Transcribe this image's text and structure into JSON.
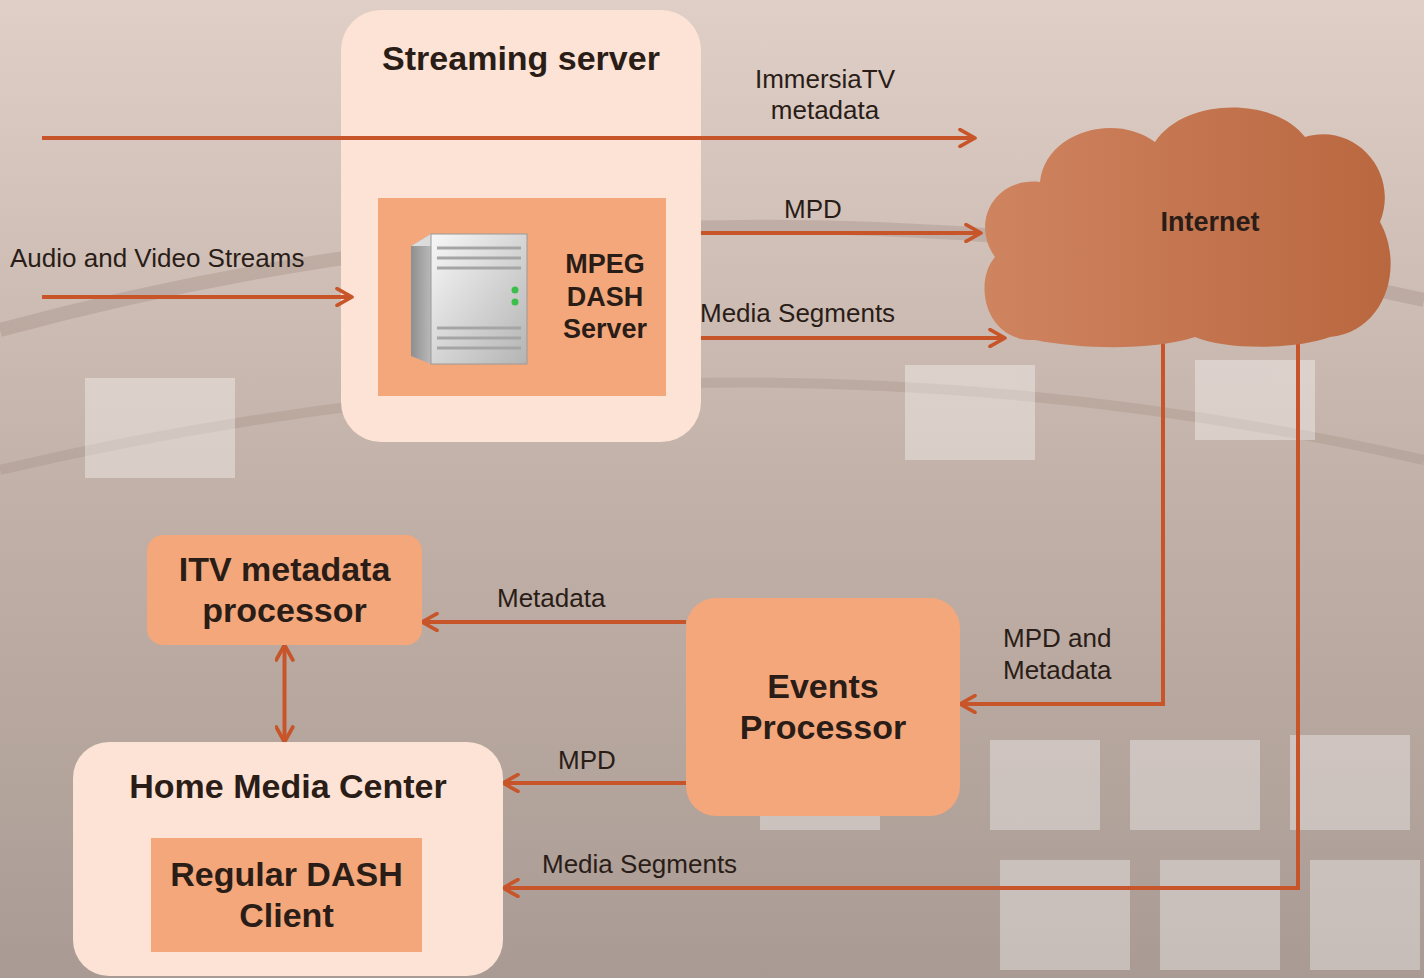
{
  "diagram": {
    "nodes": [
      {
        "text": [
          "Streaming server"
        ]
      },
      {
        "text": [
          "MPEG DASH Server"
        ],
        "in": 0
      },
      {
        "text": [
          "Internet"
        ]
      },
      {
        "text": [
          "ITV metadata processor"
        ]
      },
      {
        "text": [
          "Events Processor"
        ]
      },
      {
        "text": [
          "Home Media Center"
        ]
      },
      {
        "text": [
          "Regular DASH Client"
        ],
        "in": 5
      }
    ],
    "edges": [
      {
        "from": 1,
        "to": 2,
        "label": "MPD",
        "arrow": "to"
      },
      {
        "from": 1,
        "to": 2,
        "label": "Media Segments",
        "arrow": "to"
      },
      {
        "from": 2,
        "to": 4,
        "label": "MPD and Metadata",
        "arrow": "to"
      },
      {
        "from": 2,
        "to": 5,
        "label": "Media Segments",
        "arrow": "to"
      },
      {
        "from": 4,
        "to": 3,
        "label": "Metadata",
        "arrow": "to"
      },
      {
        "from": 4,
        "to": 5,
        "label": "MPD",
        "arrow": "to"
      },
      {
        "from": 3,
        "to": 5,
        "arrow": "both"
      }
    ],
    "labels": [
      "ImmersiaTV metadata",
      "Audio and Video Streams"
    ]
  }
}
